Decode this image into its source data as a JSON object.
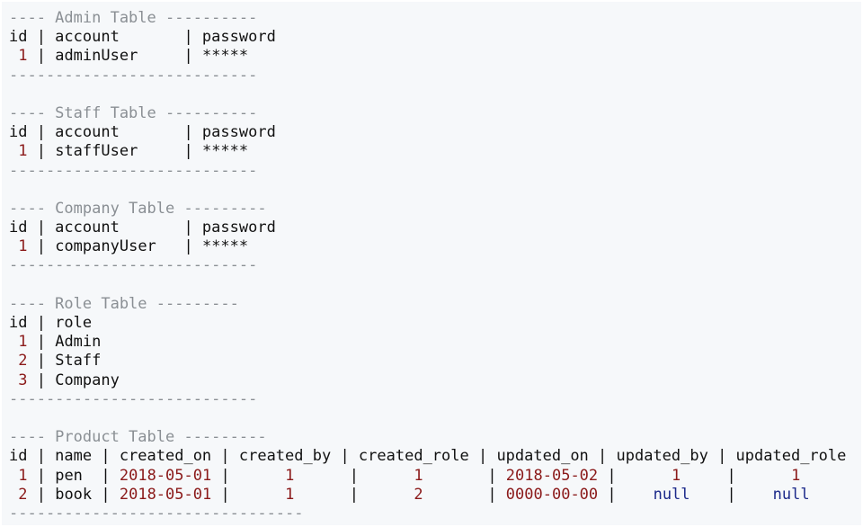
{
  "lines": [
    [
      {
        "t": "---- Admin Table ----------",
        "c": "cmt"
      }
    ],
    [
      {
        "t": "id | account       | password",
        "c": "plain"
      }
    ],
    [
      {
        "t": " ",
        "c": "plain"
      },
      {
        "t": "1",
        "c": "num"
      },
      {
        "t": " | adminUser     | *****",
        "c": "plain"
      }
    ],
    [
      {
        "t": "---------------------------",
        "c": "cmt"
      }
    ],
    [],
    [
      {
        "t": "---- Staff Table ----------",
        "c": "cmt"
      }
    ],
    [
      {
        "t": "id | account       | password",
        "c": "plain"
      }
    ],
    [
      {
        "t": " ",
        "c": "plain"
      },
      {
        "t": "1",
        "c": "num"
      },
      {
        "t": " | staffUser     | *****",
        "c": "plain"
      }
    ],
    [
      {
        "t": "---------------------------",
        "c": "cmt"
      }
    ],
    [],
    [
      {
        "t": "---- Company Table ---------",
        "c": "cmt"
      }
    ],
    [
      {
        "t": "id | account       | password",
        "c": "plain"
      }
    ],
    [
      {
        "t": " ",
        "c": "plain"
      },
      {
        "t": "1",
        "c": "num"
      },
      {
        "t": " | companyUser   | *****",
        "c": "plain"
      }
    ],
    [
      {
        "t": "---------------------------",
        "c": "cmt"
      }
    ],
    [],
    [
      {
        "t": "---- Role Table ---------",
        "c": "cmt"
      }
    ],
    [
      {
        "t": "id | role",
        "c": "plain"
      }
    ],
    [
      {
        "t": " ",
        "c": "plain"
      },
      {
        "t": "1",
        "c": "num"
      },
      {
        "t": " | Admin",
        "c": "plain"
      }
    ],
    [
      {
        "t": " ",
        "c": "plain"
      },
      {
        "t": "2",
        "c": "num"
      },
      {
        "t": " | Staff",
        "c": "plain"
      }
    ],
    [
      {
        "t": " ",
        "c": "plain"
      },
      {
        "t": "3",
        "c": "num"
      },
      {
        "t": " | Company",
        "c": "plain"
      }
    ],
    [
      {
        "t": "---------------------------",
        "c": "cmt"
      }
    ],
    [],
    [
      {
        "t": "---- Product Table ---------",
        "c": "cmt"
      }
    ],
    [
      {
        "t": "id | name | created_on | created_by | created_role | updated_on | updated_by | updated_role",
        "c": "plain"
      }
    ],
    [
      {
        "t": " ",
        "c": "plain"
      },
      {
        "t": "1",
        "c": "num"
      },
      {
        "t": " | pen  | ",
        "c": "plain"
      },
      {
        "t": "2018-05-01",
        "c": "num"
      },
      {
        "t": " |      ",
        "c": "plain"
      },
      {
        "t": "1",
        "c": "num"
      },
      {
        "t": "      |      ",
        "c": "plain"
      },
      {
        "t": "1",
        "c": "num"
      },
      {
        "t": "       | ",
        "c": "plain"
      },
      {
        "t": "2018-05-02",
        "c": "num"
      },
      {
        "t": " |      ",
        "c": "plain"
      },
      {
        "t": "1",
        "c": "num"
      },
      {
        "t": "     |      ",
        "c": "plain"
      },
      {
        "t": "1",
        "c": "num"
      }
    ],
    [
      {
        "t": " ",
        "c": "plain"
      },
      {
        "t": "2",
        "c": "num"
      },
      {
        "t": " | book | ",
        "c": "plain"
      },
      {
        "t": "2018-05-01",
        "c": "num"
      },
      {
        "t": " |      ",
        "c": "plain"
      },
      {
        "t": "1",
        "c": "num"
      },
      {
        "t": "      |      ",
        "c": "plain"
      },
      {
        "t": "2",
        "c": "num"
      },
      {
        "t": "       | ",
        "c": "plain"
      },
      {
        "t": "0000-00-00",
        "c": "num"
      },
      {
        "t": " |    ",
        "c": "plain"
      },
      {
        "t": "null",
        "c": "kw"
      },
      {
        "t": "    |    ",
        "c": "plain"
      },
      {
        "t": "null",
        "c": "kw"
      }
    ],
    [
      {
        "t": "--------------------------------",
        "c": "cmt"
      }
    ]
  ]
}
